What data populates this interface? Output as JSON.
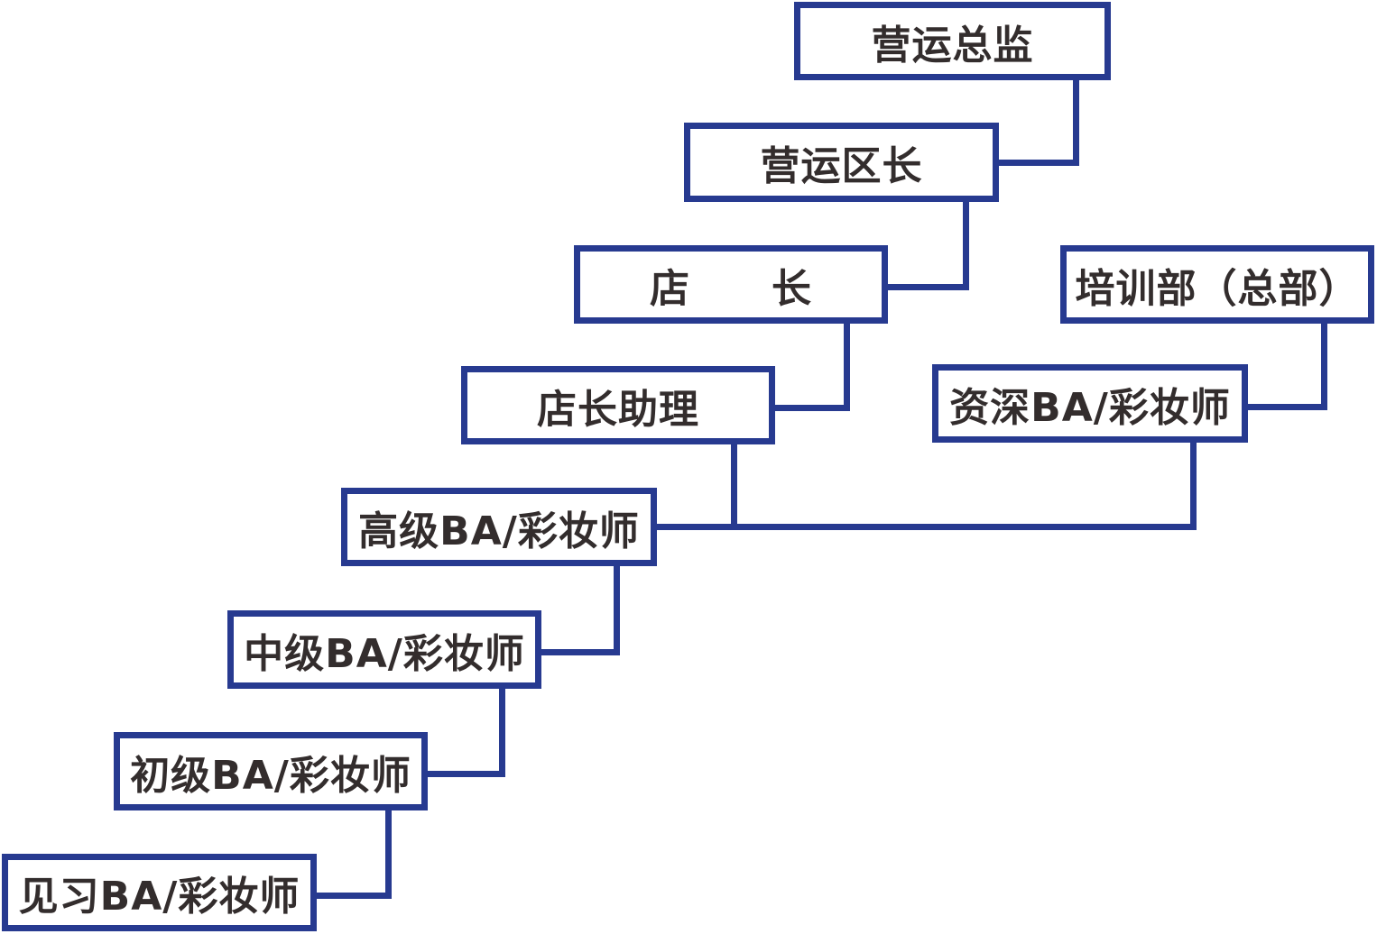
{
  "diagram": {
    "type": "org-chart",
    "description": "career ladder flow chart, staircase layout, elbow connectors",
    "colors": {
      "line": "#273A90",
      "text": "#332D2D",
      "node_background": "#FFFFFF",
      "page_background": "#FFFFFF"
    },
    "nodes": [
      {
        "label": "营运总监"
      },
      {
        "label": "营运区长"
      },
      {
        "label": "店　　长"
      },
      {
        "label": "培训部（总部）"
      },
      {
        "label": "店长助理"
      },
      {
        "label": "资深BA/彩妆师"
      },
      {
        "label": "高级BA/彩妆师"
      },
      {
        "label": "中级BA/彩妆师"
      },
      {
        "label": "初级BA/彩妆师"
      },
      {
        "label": "见习BA/彩妆师"
      }
    ],
    "edges": [
      {
        "from": "营运总监",
        "to": "营运区长"
      },
      {
        "from": "营运区长",
        "to": "店长"
      },
      {
        "from": "店长",
        "to": "店长助理"
      },
      {
        "from": "培训部（总部）",
        "to": "资深BA/彩妆师"
      },
      {
        "from": "店长助理",
        "to": "高级BA/彩妆师"
      },
      {
        "from": "资深BA/彩妆师",
        "to": "高级BA/彩妆师"
      },
      {
        "from": "高级BA/彩妆师",
        "to": "中级BA/彩妆师"
      },
      {
        "from": "中级BA/彩妆师",
        "to": "初级BA/彩妆师"
      },
      {
        "from": "初级BA/彩妆师",
        "to": "见习BA/彩妆师"
      }
    ]
  }
}
